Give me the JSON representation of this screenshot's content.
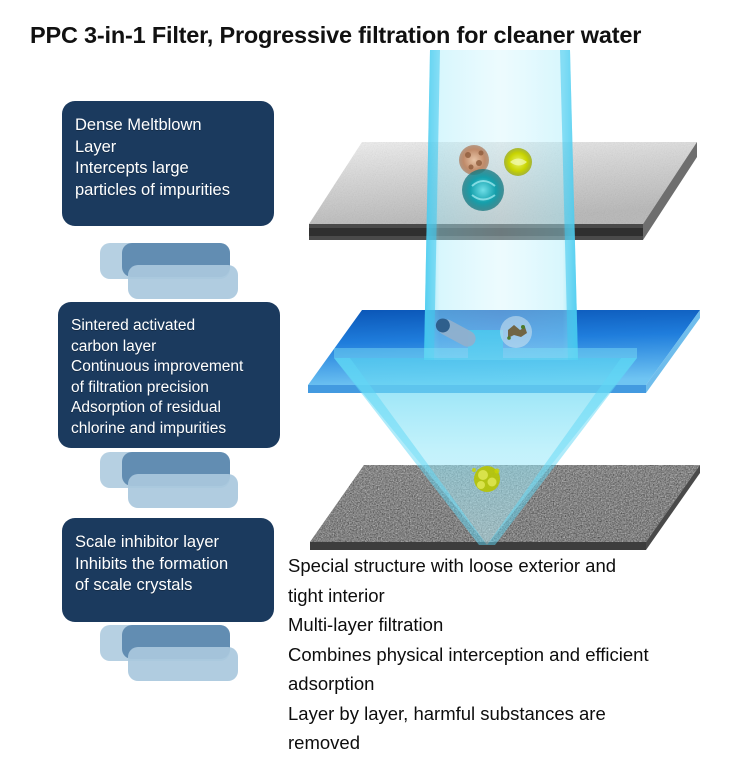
{
  "title": "PPC 3-in-1 Filter, Progressive filtration for cleaner water",
  "colors": {
    "callout_bg": "#1b3a5e",
    "callout_text": "#ffffff",
    "connector_dark": "#5b87ae",
    "connector_light": "#a9c8dd",
    "water_stream": "#5fd8f5",
    "layer1_slab": "#d4d4d4",
    "layer1_edge": "#3a3a3a",
    "layer2_slab": "#1c6fd0",
    "layer3_slab": "#2e2e2e",
    "page_bg": "#ffffff",
    "body_text": "#0d0d0d"
  },
  "callouts": [
    {
      "id": "dense-meltblown-layer",
      "lines": [
        "Dense Meltblown",
        "Layer",
        "Intercepts large",
        "particles of impurities"
      ]
    },
    {
      "id": "sintered-activated-carbon-layer",
      "lines": [
        "Sintered activated",
        "carbon layer",
        "Continuous improvement",
        "of filtration precision",
        "Adsorption of residual",
        "chlorine and impurities"
      ]
    },
    {
      "id": "scale-inhibitor-layer",
      "lines": [
        "Scale inhibitor layer",
        "Inhibits the formation",
        "of scale crystals"
      ]
    }
  ],
  "bottom_text": {
    "lines": [
      "Special structure with loose exterior and",
      "tight interior",
      "Multi-layer filtration",
      "Combines physical interception and efficient",
      "adsorption",
      "Layer by layer, harmful substances are",
      "removed"
    ]
  },
  "illustration": {
    "layers": [
      {
        "name": "meltblown-slab",
        "appearance": "light gray granular slab with dark bottom edge"
      },
      {
        "name": "activated-carbon-slab",
        "appearance": "blue gradient slab"
      },
      {
        "name": "scale-inhibitor-slab",
        "appearance": "dark charcoal granular slab"
      }
    ],
    "water_stream": "vertical translucent cyan column descending into a large downward arrowhead",
    "particles": [
      {
        "name": "particle-tan",
        "color": "#c08b6a"
      },
      {
        "name": "particle-yellow-green",
        "color": "#c8d400"
      },
      {
        "name": "particle-teal",
        "color": "#15a0ac"
      },
      {
        "name": "particle-rod-blue",
        "color": "#5a7fa8"
      },
      {
        "name": "particle-speck-brown",
        "color": "#6d5a32"
      },
      {
        "name": "particle-yellow-small",
        "color": "#b7c400"
      }
    ]
  }
}
